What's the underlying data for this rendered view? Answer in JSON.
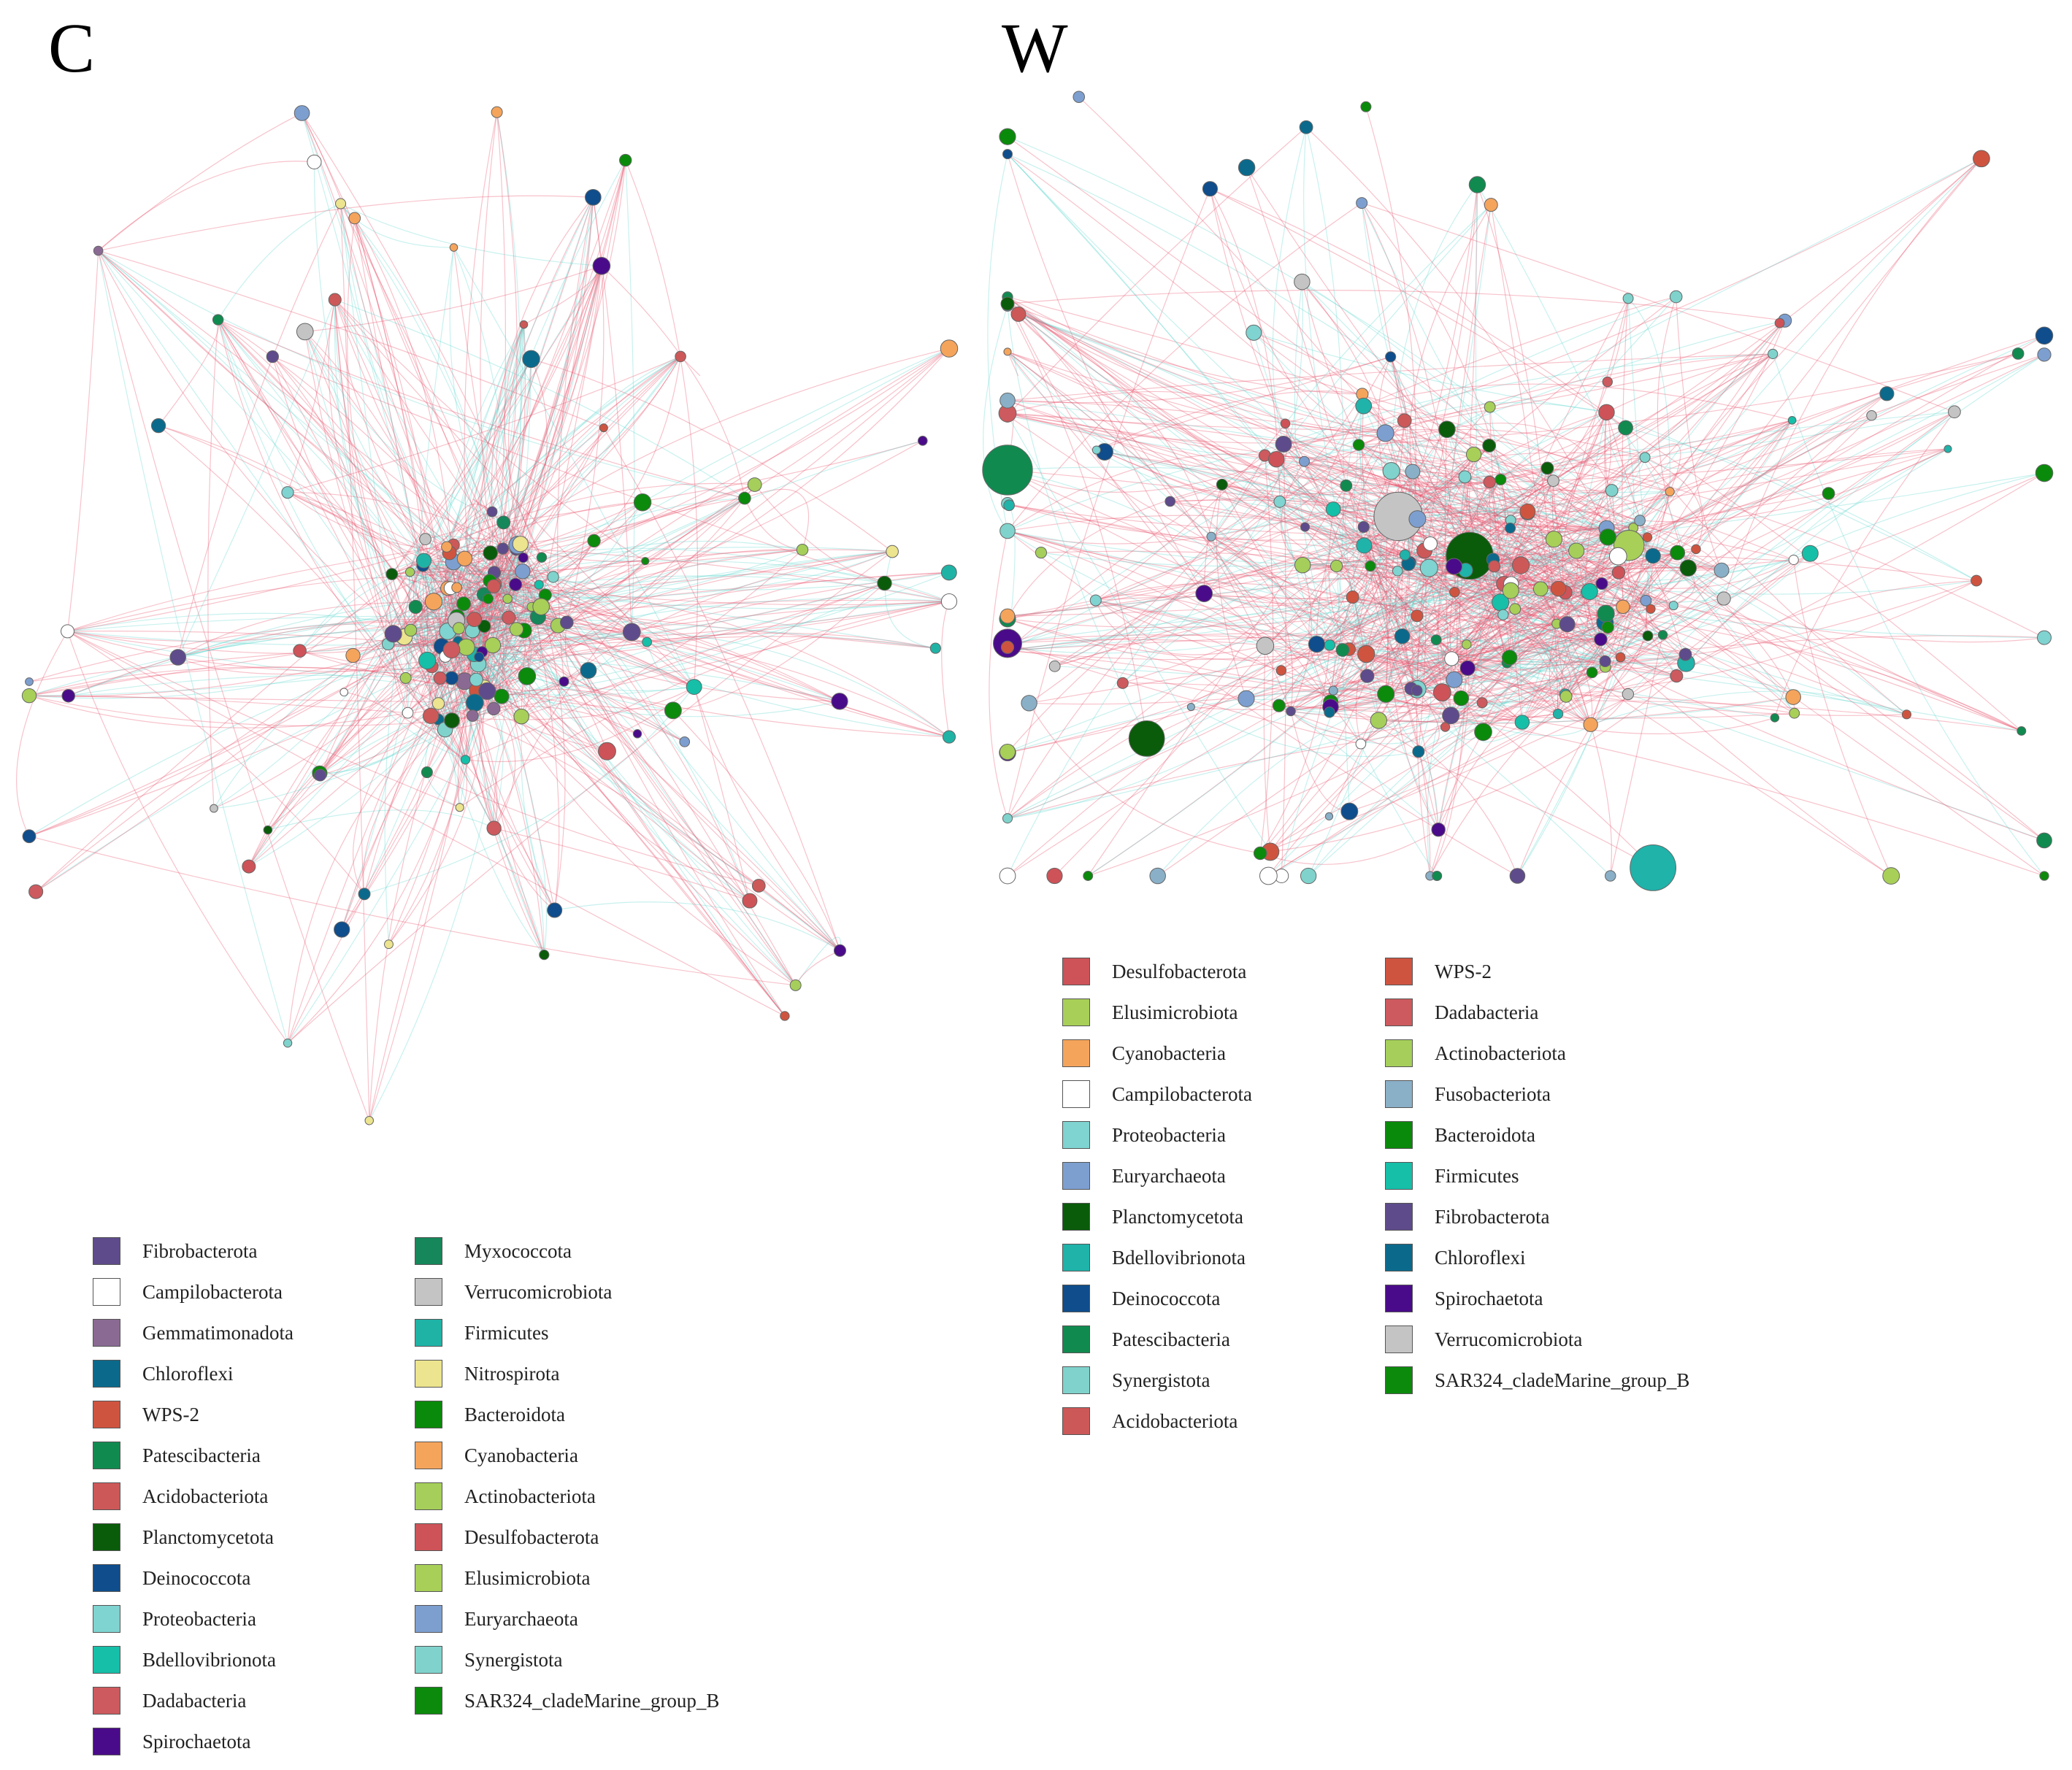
{
  "panels": [
    {
      "id": "C",
      "label": "C",
      "legend_columns": [
        [
          {
            "name": "Fibrobacterota",
            "color": "#5e4b8b"
          },
          {
            "name": "Campilobacterota",
            "color": "#ffffff"
          },
          {
            "name": "Gemmatimonadota",
            "color": "#8a6a93"
          },
          {
            "name": "Chloroflexi",
            "color": "#0b6a8c"
          },
          {
            "name": "WPS-2",
            "color": "#cf5440"
          },
          {
            "name": "Patescibacteria",
            "color": "#118a50"
          },
          {
            "name": "Acidobacteriota",
            "color": "#cd5858"
          },
          {
            "name": "Planctomycetota",
            "color": "#0a5c0a"
          },
          {
            "name": "Deinococcota",
            "color": "#0f4d8c"
          },
          {
            "name": "Proteobacteria",
            "color": "#7fd3d0"
          },
          {
            "name": "Bdellovibrionota",
            "color": "#16bfa8"
          },
          {
            "name": "Dadabacteria",
            "color": "#cd5a5e"
          },
          {
            "name": "Spirochaetota",
            "color": "#4a0b8a"
          }
        ],
        [
          {
            "name": "Myxococcota",
            "color": "#15875a"
          },
          {
            "name": "Verrucomicrobiota",
            "color": "#c4c4c4"
          },
          {
            "name": "Firmicutes",
            "color": "#1fb3a6"
          },
          {
            "name": "Nitrospirota",
            "color": "#ece48e"
          },
          {
            "name": "Bacteroidota",
            "color": "#0a8a0a"
          },
          {
            "name": "Cyanobacteria",
            "color": "#f5a45c"
          },
          {
            "name": "Actinobacteriota",
            "color": "#a5cf5a"
          },
          {
            "name": "Desulfobacterota",
            "color": "#cd5358"
          },
          {
            "name": "Elusimicrobiota",
            "color": "#a8cf58"
          },
          {
            "name": "Euryarchaeota",
            "color": "#7d9fd0"
          },
          {
            "name": "Synergistota",
            "color": "#7fd3cc"
          },
          {
            "name": "SAR324_cladeMarine_group_B",
            "color": "#0c8a0c"
          }
        ]
      ]
    },
    {
      "id": "W",
      "label": "W",
      "legend_columns": [
        [
          {
            "name": "Desulfobacterota",
            "color": "#cd5358"
          },
          {
            "name": "Elusimicrobiota",
            "color": "#a8cf58"
          },
          {
            "name": "Cyanobacteria",
            "color": "#f5a45c"
          },
          {
            "name": "Campilobacterota",
            "color": "#ffffff"
          },
          {
            "name": "Proteobacteria",
            "color": "#7fd3d0"
          },
          {
            "name": "Euryarchaeota",
            "color": "#7d9fd0"
          },
          {
            "name": "Planctomycetota",
            "color": "#0a5c0a"
          },
          {
            "name": "Bdellovibrionota",
            "color": "#1fb3aa"
          },
          {
            "name": "Deinococcota",
            "color": "#0f4d8c"
          },
          {
            "name": "Patescibacteria",
            "color": "#118a50"
          },
          {
            "name": "Synergistota",
            "color": "#7fd3cc"
          },
          {
            "name": "Acidobacteriota",
            "color": "#cd5858"
          }
        ],
        [
          {
            "name": "WPS-2",
            "color": "#cf5440"
          },
          {
            "name": "Dadabacteria",
            "color": "#cd5a5e"
          },
          {
            "name": "Actinobacteriota",
            "color": "#a5cf5a"
          },
          {
            "name": "Fusobacteriota",
            "color": "#8ab0c8"
          },
          {
            "name": "Bacteroidota",
            "color": "#0a8a0a"
          },
          {
            "name": "Firmicutes",
            "color": "#16bfa8"
          },
          {
            "name": "Fibrobacterota",
            "color": "#5e4b8b"
          },
          {
            "name": "Chloroflexi",
            "color": "#0b6a8c"
          },
          {
            "name": "Spirochaetota",
            "color": "#4a0b8a"
          },
          {
            "name": "Verrucomicrobiota",
            "color": "#c4c4c4"
          },
          {
            "name": "SAR324_cladeMarine_group_B",
            "color": "#0c8a0c"
          }
        ]
      ]
    }
  ],
  "edge_colors": {
    "positive": "#e8506a",
    "negative": "#5fd6cf"
  }
}
